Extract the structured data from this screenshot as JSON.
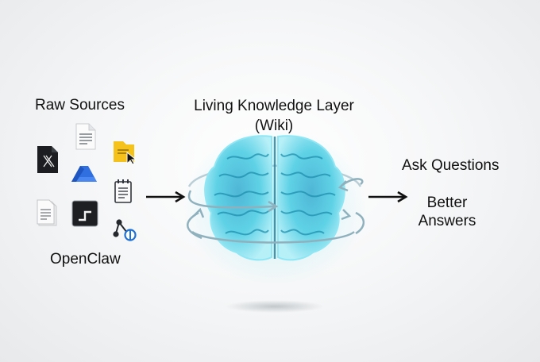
{
  "sources": {
    "title": "Raw Sources",
    "caption": "OpenClaw",
    "icons": [
      "x-app-icon",
      "document-icon",
      "folder-cursor-icon",
      "drive-icon",
      "notepad-icon",
      "file-icon",
      "terminal-icon",
      "flow-icon"
    ]
  },
  "center": {
    "title_line1": "Living Knowledge Layer",
    "title_line2": "(Wiki)",
    "image": "brain"
  },
  "outputs": {
    "ask": "Ask Questions",
    "better_line1": "Better",
    "better_line2": "Answers"
  },
  "colors": {
    "brain": "#5fd2e6",
    "brain_dark": "#1a7f9a",
    "orbit": "#9ab8c4",
    "arrow": "#111111",
    "drive": "#2f6fe0",
    "folder": "#f4c21b"
  }
}
